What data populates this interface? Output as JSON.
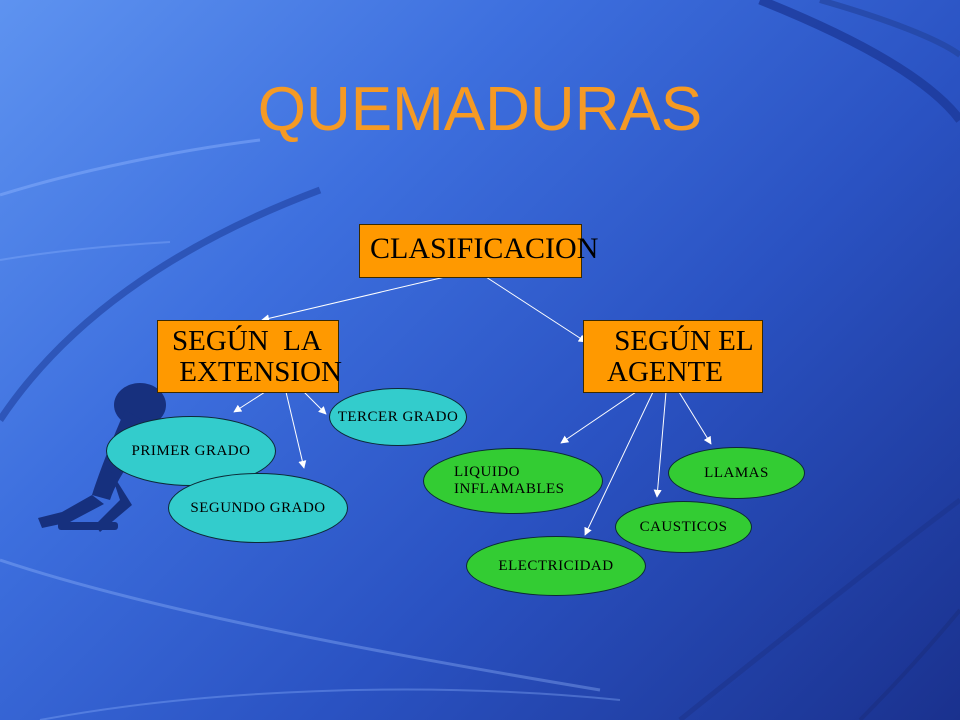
{
  "slide": {
    "title": "QUEMADURAS",
    "colors": {
      "title": "#f59a24",
      "box_fill": "#ff9900",
      "extension_oval_fill": "#33cccc",
      "agent_oval_fill": "#33cc33",
      "arrow": "#ffffff"
    }
  },
  "diagram": {
    "root": {
      "label": "CLASIFICACION"
    },
    "categories": [
      {
        "label": "SEGÚN  LA\n EXTENSION",
        "children": [
          "PRIMER GRADO",
          "SEGUNDO GRADO",
          "TERCER GRADO"
        ]
      },
      {
        "label": " SEGÚN EL\nAGENTE",
        "children": [
          "LIQUIDO\nINFLAMABLES",
          "ELECTRICIDAD",
          "CAUSTICOS",
          "LLAMAS"
        ]
      }
    ],
    "extension_ovals": [
      "PRIMER GRADO",
      "SEGUNDO GRADO",
      "TERCER GRADO"
    ],
    "agent_ovals": [
      "LIQUIDO\nINFLAMABLES",
      "LLAMAS",
      "CAUSTICOS",
      "ELECTRICIDAD"
    ]
  }
}
